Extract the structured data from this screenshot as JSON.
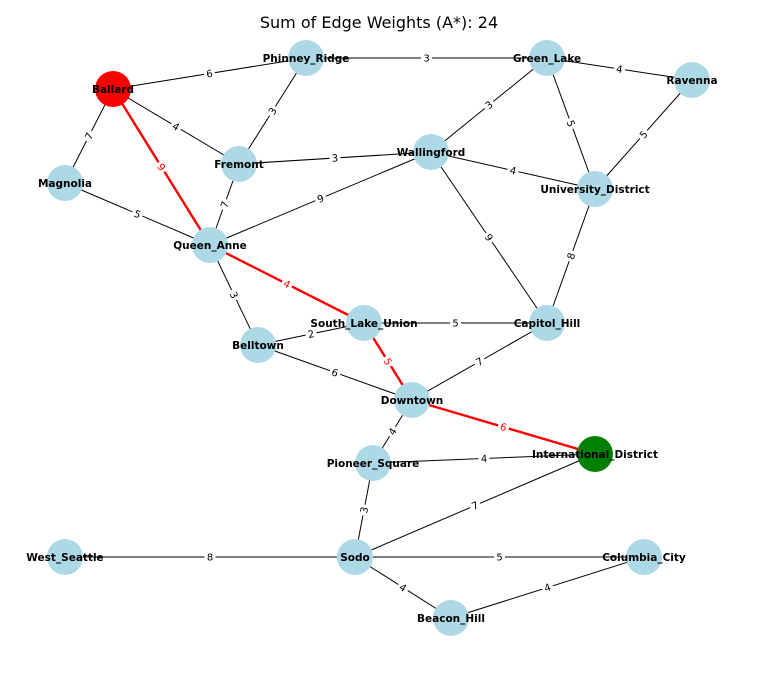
{
  "title": "Sum of Edge Weights (A*): 24",
  "colors": {
    "default_node": "#add8e6",
    "start_node": "#ff0000",
    "goal_node": "#008000",
    "edge": "#000000",
    "path_edge": "#ff0000"
  },
  "start": "Ballard",
  "goal": "International_District",
  "path": [
    "Ballard",
    "Queen_Anne",
    "South_Lake_Union",
    "Downtown",
    "International_District"
  ],
  "nodes": [
    "Ballard",
    "Phinney_Ridge",
    "Green_Lake",
    "Ravenna",
    "Magnolia",
    "Fremont",
    "Wallingford",
    "University_District",
    "Queen_Anne",
    "South_Lake_Union",
    "Capitol_Hill",
    "Belltown",
    "Downtown",
    "Pioneer_Square",
    "International_District",
    "West_Seattle",
    "Sodo",
    "Columbia_City",
    "Beacon_Hill"
  ],
  "edges": [
    {
      "source": "Ballard",
      "target": "Phinney_Ridge",
      "weight": 6
    },
    {
      "source": "Ballard",
      "target": "Magnolia",
      "weight": 7
    },
    {
      "source": "Ballard",
      "target": "Fremont",
      "weight": 4
    },
    {
      "source": "Ballard",
      "target": "Queen_Anne",
      "weight": 9
    },
    {
      "source": "Phinney_Ridge",
      "target": "Green_Lake",
      "weight": 3
    },
    {
      "source": "Phinney_Ridge",
      "target": "Fremont",
      "weight": 3
    },
    {
      "source": "Green_Lake",
      "target": "Ravenna",
      "weight": 4
    },
    {
      "source": "Green_Lake",
      "target": "Wallingford",
      "weight": 3
    },
    {
      "source": "Green_Lake",
      "target": "University_District",
      "weight": 5
    },
    {
      "source": "Ravenna",
      "target": "University_District",
      "weight": 5
    },
    {
      "source": "Fremont",
      "target": "Wallingford",
      "weight": 3
    },
    {
      "source": "Fremont",
      "target": "Queen_Anne",
      "weight": 7
    },
    {
      "source": "Magnolia",
      "target": "Queen_Anne",
      "weight": 5
    },
    {
      "source": "Wallingford",
      "target": "University_District",
      "weight": 4
    },
    {
      "source": "Wallingford",
      "target": "Queen_Anne",
      "weight": 9
    },
    {
      "source": "Wallingford",
      "target": "Capitol_Hill",
      "weight": 9
    },
    {
      "source": "University_District",
      "target": "Capitol_Hill",
      "weight": 8
    },
    {
      "source": "Queen_Anne",
      "target": "South_Lake_Union",
      "weight": 4
    },
    {
      "source": "Queen_Anne",
      "target": "Belltown",
      "weight": 3
    },
    {
      "source": "South_Lake_Union",
      "target": "Capitol_Hill",
      "weight": 5
    },
    {
      "source": "South_Lake_Union",
      "target": "Belltown",
      "weight": 2
    },
    {
      "source": "South_Lake_Union",
      "target": "Downtown",
      "weight": 5
    },
    {
      "source": "Belltown",
      "target": "Downtown",
      "weight": 6
    },
    {
      "source": "Capitol_Hill",
      "target": "Downtown",
      "weight": 7
    },
    {
      "source": "Downtown",
      "target": "International_District",
      "weight": 6
    },
    {
      "source": "Downtown",
      "target": "Pioneer_Square",
      "weight": 4
    },
    {
      "source": "Pioneer_Square",
      "target": "International_District",
      "weight": 4
    },
    {
      "source": "Pioneer_Square",
      "target": "Sodo",
      "weight": 3
    },
    {
      "source": "International_District",
      "target": "Sodo",
      "weight": 7
    },
    {
      "source": "West_Seattle",
      "target": "Sodo",
      "weight": 8
    },
    {
      "source": "Sodo",
      "target": "Columbia_City",
      "weight": 5
    },
    {
      "source": "Sodo",
      "target": "Beacon_Hill",
      "weight": 4
    },
    {
      "source": "Columbia_City",
      "target": "Beacon_Hill",
      "weight": 4
    }
  ]
}
